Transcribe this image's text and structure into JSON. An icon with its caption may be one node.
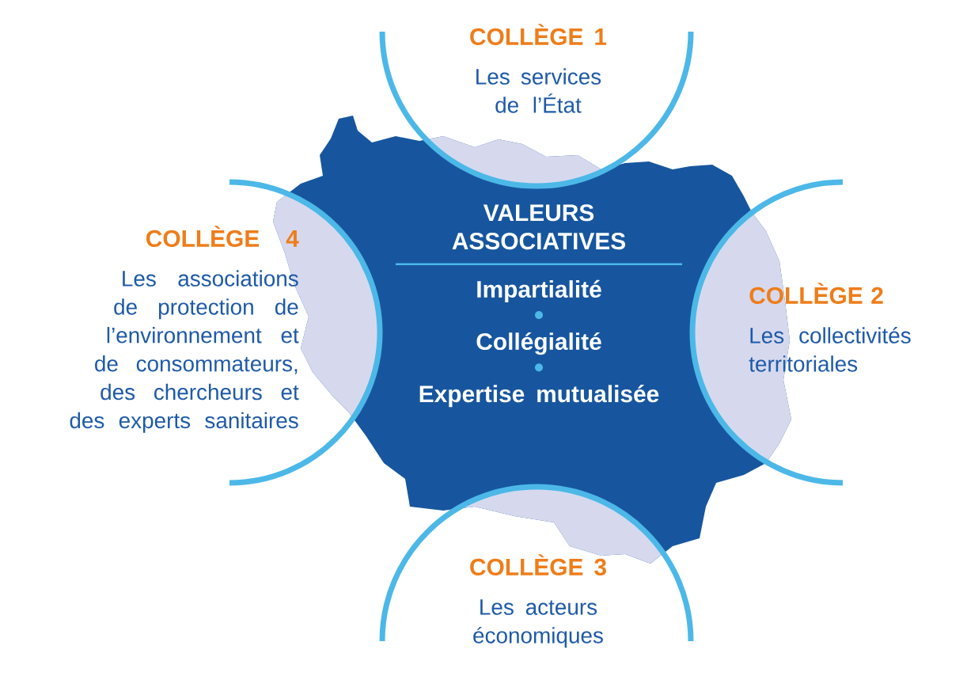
{
  "diagram": {
    "nodes": [
      {
        "text": [
          "COLLÈGE 1",
          "Les services de l’État"
        ]
      },
      {
        "text": [
          "COLLÈGE 4",
          "Les associations de protection de l’environnement et de consommateurs, des chercheurs et des experts sanitaires"
        ]
      },
      {
        "text": [
          "VALEURS ASSOCIATIVES",
          "Impartialité",
          "Collégialité",
          "Expertise mutualisée"
        ]
      },
      {
        "text": [
          "COLLÈGE 2",
          "Les collectivités territoriales"
        ]
      },
      {
        "text": [
          "COLLÈGE 3",
          "Les acteurs économiques"
        ]
      }
    ]
  }
}
